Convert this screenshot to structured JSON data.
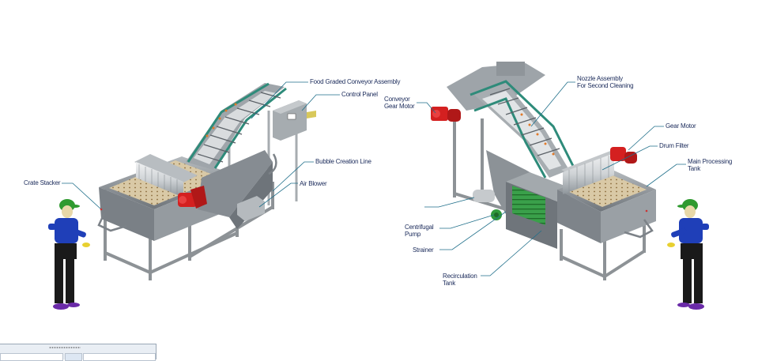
{
  "labels": {
    "left": {
      "conveyor_assembly": "Food Graded Conveyor Assembly",
      "control_panel": "Control Panel",
      "bubble_line": "Bubble Creation Line",
      "air_blower": "Air Blower",
      "crate_stacker": "Crate Stacker"
    },
    "right": {
      "conveyor_gear_motor": "Conveyor\nGear Motor",
      "nozzle_assembly": "Nozzle Assembly\nFor Second Cleaning",
      "gear_motor": "Gear Motor",
      "drum_filter": "Drum Filter",
      "main_tank": "Main Processing\nTank",
      "centrifugal_pump": "Centrifugal\nPump",
      "strainer": "Strainer",
      "recirculation_tank": "Recirculation\nTank"
    }
  },
  "colors": {
    "steel": "#9aa0a6",
    "steel_dark": "#6d7379",
    "frame": "#b4b8bc",
    "conveyor_rail": "#2e8b7a",
    "motor_red": "#d42020",
    "floor_tan": "#d8c8a8",
    "strainer_green": "#3fa04a",
    "shirt_blue": "#1f3fb8",
    "cap_green": "#2f9a2f",
    "leader": "#1f6f8a"
  },
  "icons": {
    "worker": "person-icon",
    "motor": "gear-motor-icon"
  }
}
